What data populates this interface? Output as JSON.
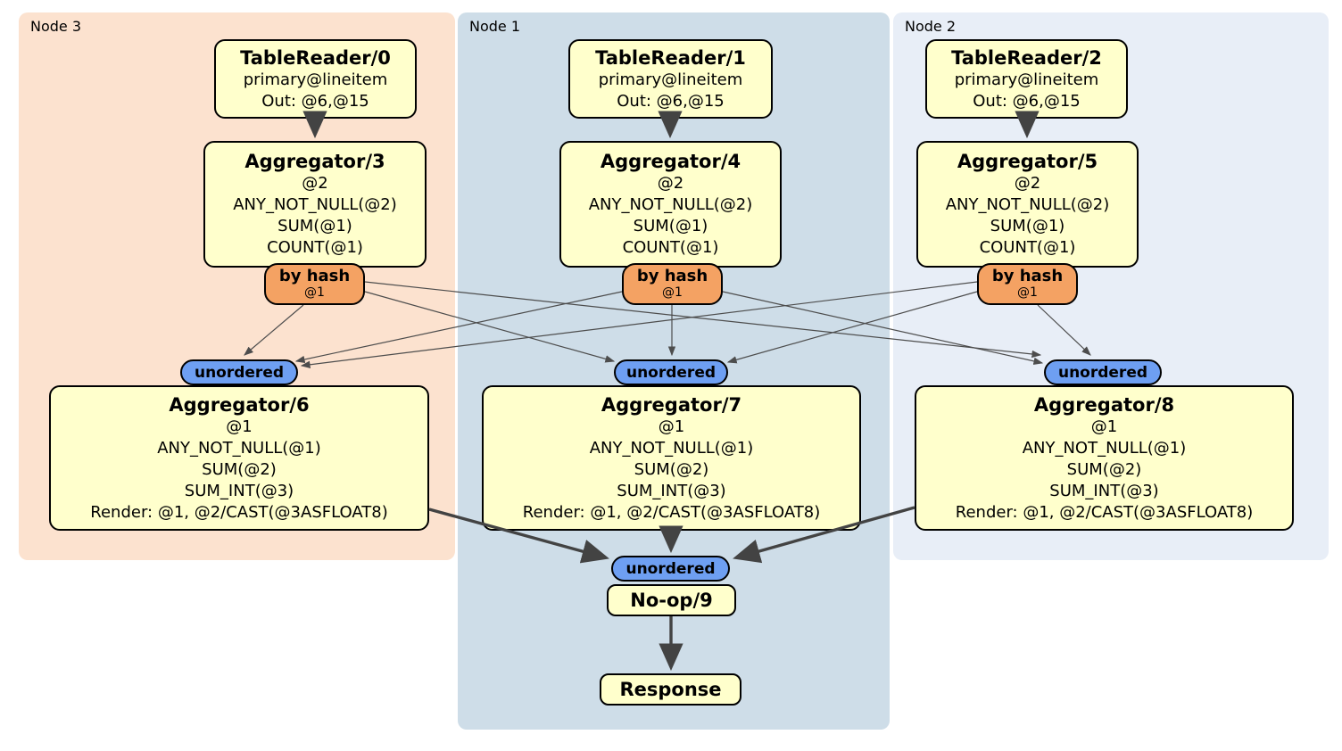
{
  "regions": [
    {
      "label": "Node 3",
      "table_reader": {
        "title": "TableReader/0",
        "lines": [
          "primary@lineitem",
          "Out: @6,@15"
        ]
      },
      "aggregator_top": {
        "title": "Aggregator/3",
        "lines": [
          "@2",
          "ANY_NOT_NULL(@2)",
          "SUM(@1)",
          "COUNT(@1)"
        ]
      },
      "hash_router": {
        "label": "by hash",
        "detail": "@1"
      },
      "stream_router": {
        "label": "unordered"
      },
      "aggregator_bottom": {
        "title": "Aggregator/6",
        "lines": [
          "@1",
          "ANY_NOT_NULL(@1)",
          "SUM(@2)",
          "SUM_INT(@3)",
          "Render: @1, @2/CAST(@3ASFLOAT8)"
        ]
      }
    },
    {
      "label": "Node 1",
      "table_reader": {
        "title": "TableReader/1",
        "lines": [
          "primary@lineitem",
          "Out: @6,@15"
        ]
      },
      "aggregator_top": {
        "title": "Aggregator/4",
        "lines": [
          "@2",
          "ANY_NOT_NULL(@2)",
          "SUM(@1)",
          "COUNT(@1)"
        ]
      },
      "hash_router": {
        "label": "by hash",
        "detail": "@1"
      },
      "stream_router": {
        "label": "unordered"
      },
      "aggregator_bottom": {
        "title": "Aggregator/7",
        "lines": [
          "@1",
          "ANY_NOT_NULL(@1)",
          "SUM(@2)",
          "SUM_INT(@3)",
          "Render: @1, @2/CAST(@3ASFLOAT8)"
        ]
      }
    },
    {
      "label": "Node 2",
      "table_reader": {
        "title": "TableReader/2",
        "lines": [
          "primary@lineitem",
          "Out: @6,@15"
        ]
      },
      "aggregator_top": {
        "title": "Aggregator/5",
        "lines": [
          "@2",
          "ANY_NOT_NULL(@2)",
          "SUM(@1)",
          "COUNT(@1)"
        ]
      },
      "hash_router": {
        "label": "by hash",
        "detail": "@1"
      },
      "stream_router": {
        "label": "unordered"
      },
      "aggregator_bottom": {
        "title": "Aggregator/8",
        "lines": [
          "@1",
          "ANY_NOT_NULL(@1)",
          "SUM(@2)",
          "SUM_INT(@3)",
          "Render: @1, @2/CAST(@3ASFLOAT8)"
        ]
      }
    }
  ],
  "final": {
    "stream_router": {
      "label": "unordered"
    },
    "noop": {
      "title": "No-op/9"
    },
    "response": {
      "title": "Response"
    }
  },
  "colors": {
    "node3_bg": "#FCE2CF",
    "node1_bg": "#CEDDE8",
    "node2_bg": "#E8EEF7",
    "operator_bg": "#FFFFCC",
    "hash_router_bg": "#F4A263",
    "stream_router_bg": "#6E9FF2",
    "border": "#000000",
    "edge": "#4D4D4D"
  }
}
